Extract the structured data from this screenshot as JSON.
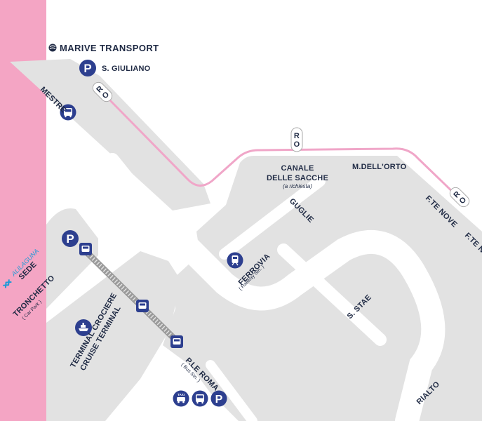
{
  "brand": {
    "name": "MARIVE TRANSPORT"
  },
  "colors": {
    "water": "#ffffff",
    "land": "#e2e2e2",
    "lagoon_strip": "#f4a5c4",
    "route": "#f0a6c8",
    "icon_blue": "#2d3f8f",
    "text": "#1f2a44"
  },
  "labels": {
    "s_giuliano": "S. GIULIANO",
    "mestre": "MESTRE",
    "canale_line1": "CANALE",
    "canale_line2": "DELLE SACCHE",
    "canale_note": "(a richiesta)",
    "mdellorto": "M.DELL'ORTO",
    "guglie": "GUGLIE",
    "fte_nove": "F.TE NOVE",
    "fte_cut": "F.TE N",
    "ferrovia": "FERROVIA",
    "ferrovia_note": "( Railway Stn. )",
    "alilaguna": "ALILAGUNA",
    "sede": "SEDE",
    "tronchetto": "TRONCHETTO",
    "tronchetto_note": "( Car Park )",
    "terminal_line1": "TERMINAL CROCIERE",
    "terminal_line2": "CRUISE TERMINAL",
    "proma": "P.LE ROMA",
    "proma_note": "( Bus Stn. )",
    "s_stae": "S. STAE",
    "rialto": "RIALTO",
    "taxi": "TAXI"
  },
  "stops": {
    "marker": "R O"
  },
  "icons": [
    "parking-icon",
    "bus-icon",
    "train-icon",
    "ship-icon",
    "taxi-icon",
    "tram-icon",
    "alilaguna-logo-icon",
    "marive-logo-icon"
  ]
}
